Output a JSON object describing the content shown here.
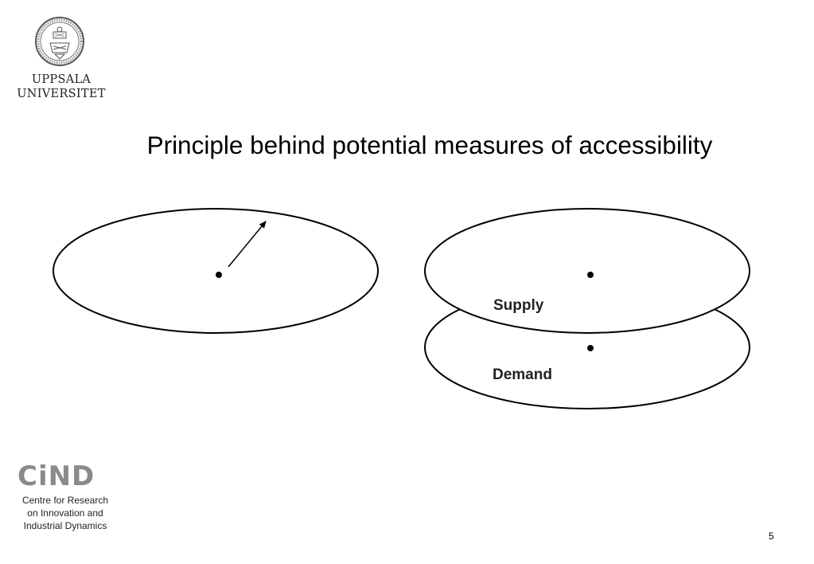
{
  "slide": {
    "title": "Principle behind potential measures of accessibility",
    "page_number": "5"
  },
  "logos": {
    "university_name": "UPPSALA\nUNIVERSITET",
    "cind_wordmark": "CiND",
    "cind_full_name": "Centre for Research\non Innovation and\nIndustrial Dynamics"
  },
  "diagram": {
    "supply_label": "Supply",
    "demand_label": "Demand"
  }
}
